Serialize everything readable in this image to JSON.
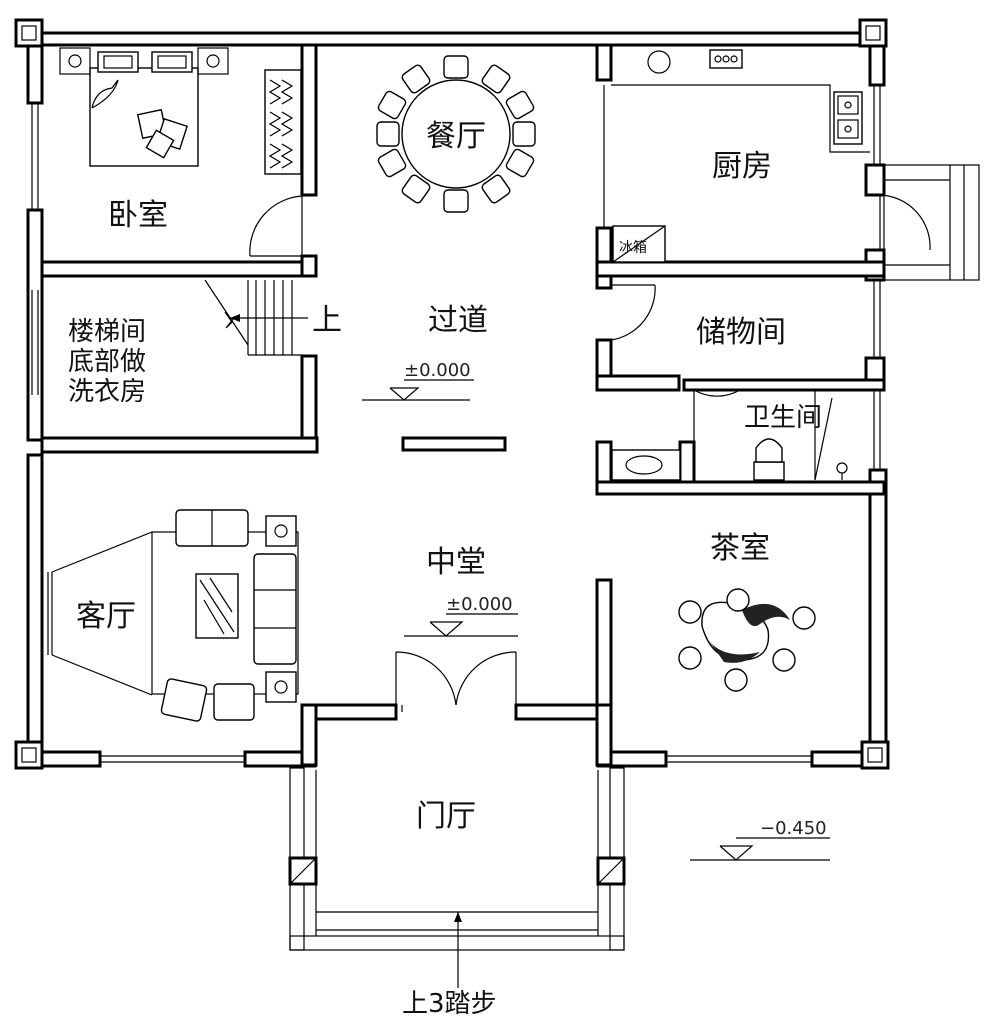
{
  "rooms": {
    "bedroom": "卧室",
    "dining": "餐厅",
    "kitchen": "厨房",
    "stair_line1": "楼梯间",
    "stair_line2": "底部做",
    "stair_line3": "洗衣房",
    "corridor": "过道",
    "storage": "储物间",
    "bathroom": "卫生间",
    "living": "客厅",
    "hall": "中堂",
    "tea_room": "茶室",
    "foyer": "门厅"
  },
  "annotations": {
    "stair_up": "上",
    "entrance_steps": "上3踏步",
    "fridge": "冰箱"
  },
  "elevations": {
    "corridor": "±0.000",
    "hall": "±0.000",
    "exterior": "−0.450"
  }
}
